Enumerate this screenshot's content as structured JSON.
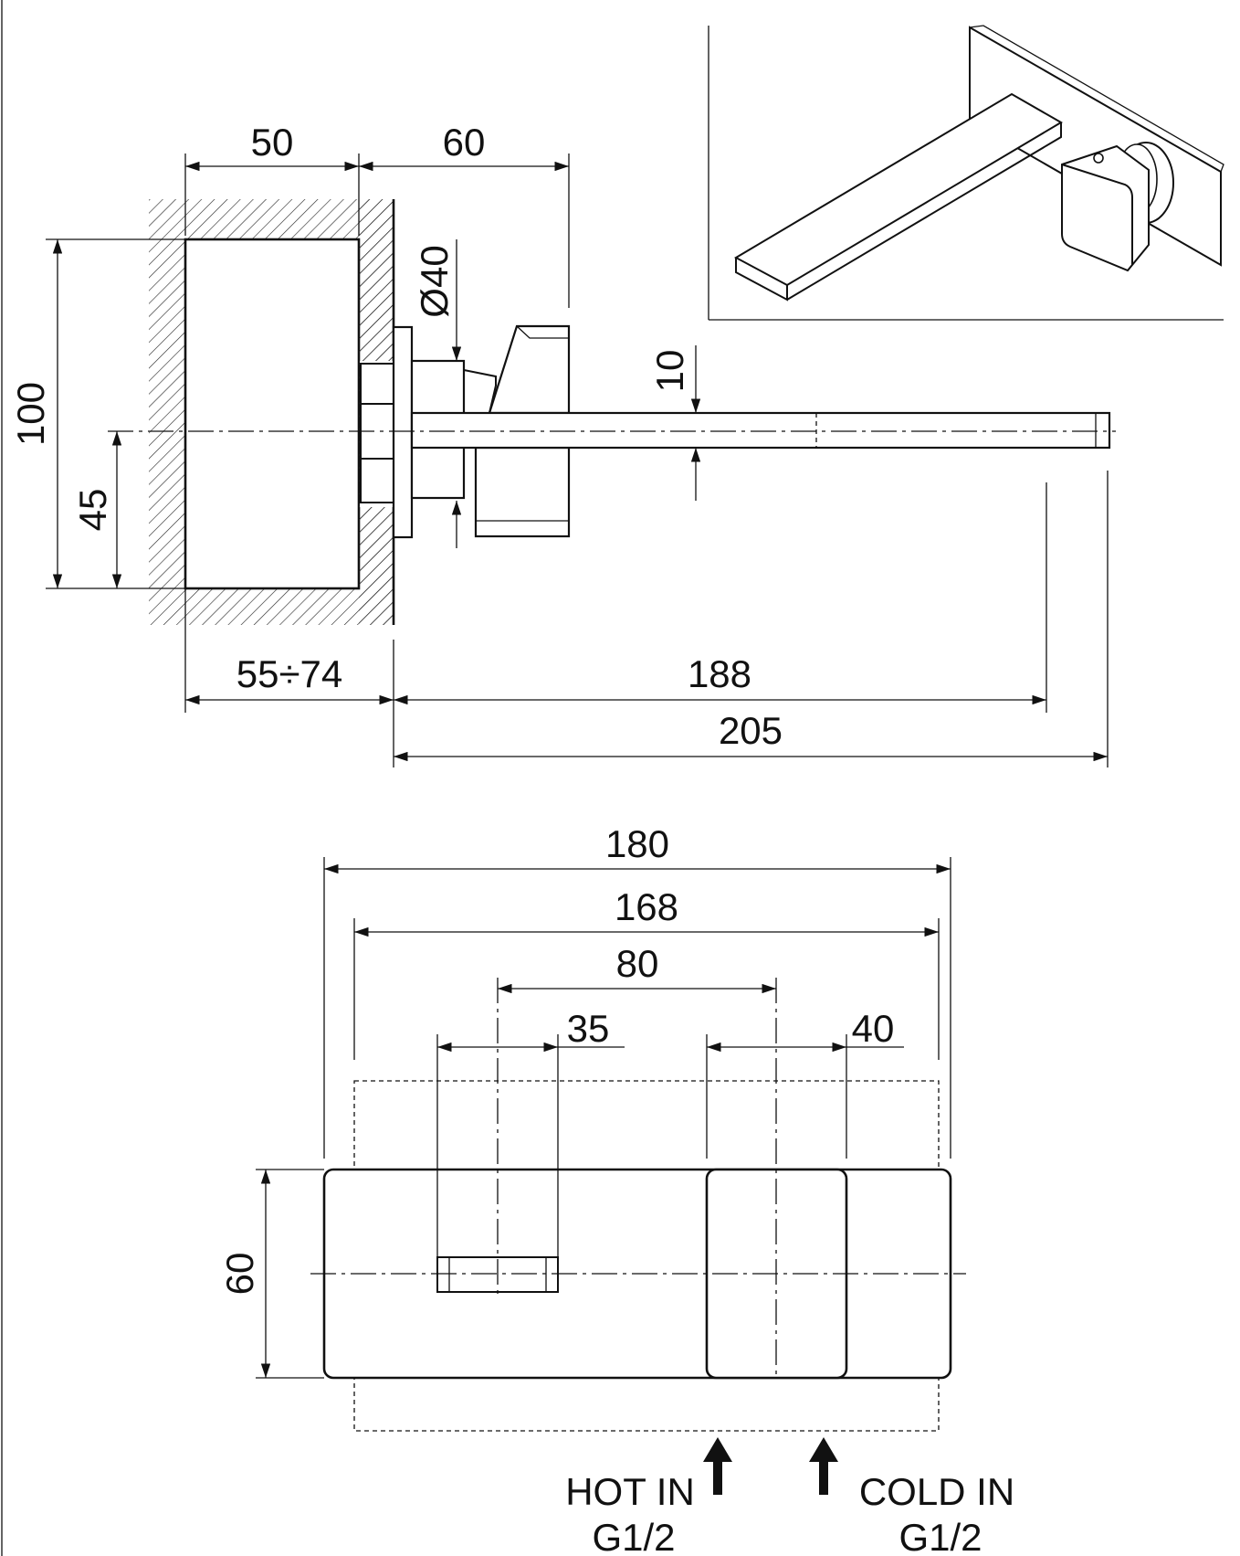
{
  "side_view": {
    "dim_50": "50",
    "dim_60": "60",
    "dim_40": "Ø40",
    "dim_10": "10",
    "dim_100": "100",
    "dim_45": "45",
    "dim_55_74": "55÷74",
    "dim_188": "188",
    "dim_205": "205"
  },
  "front_view": {
    "dim_180": "180",
    "dim_168": "168",
    "dim_80": "80",
    "dim_35": "35",
    "dim_40": "40",
    "dim_60": "60"
  },
  "connections": {
    "hot_line1": "HOT IN",
    "hot_line2": "G1/2",
    "cold_line1": "COLD IN",
    "cold_line2": "G1/2"
  },
  "colors": {
    "line": "#111111",
    "background": "#ffffff"
  }
}
